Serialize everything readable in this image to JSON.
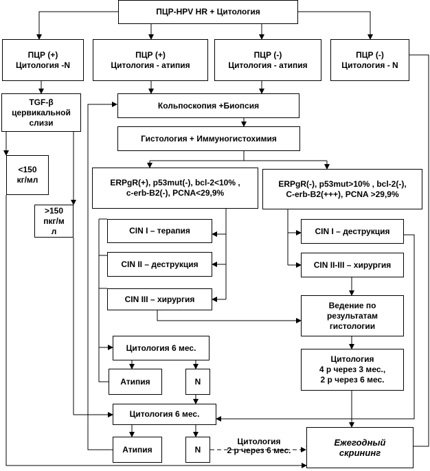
{
  "boxes": {
    "top": "ПЦР-HPV HR + Цитология",
    "pcr_pos_n": "ПЦР (+)\nЦитология -N",
    "pcr_pos_atyp": "ПЦР (+)\nЦитология - атипия",
    "pcr_neg_atyp": "ПЦР (-)\nЦитология - атипия",
    "pcr_neg_n": "ПЦР (-)\nЦитология - N",
    "tgf": "TGF-β\nцервикальной\nслизи",
    "colpo": "Кольпоскопия +Биопсия",
    "histo": "Гистология + Иммуногистохимия",
    "lt150": "<150\nкг/мл",
    "gt150": ">150\nпкг/м\nл",
    "erp_pos": "ERPgR(+), p53mut(-), bcl-2<10% ,\nc-erb-B2(-), PCNA<29,9%",
    "erp_neg": "ERPgR(-), p53mut>10% , bcl-2(-),\nC-erb-B2(+++), PCNA >29,9%",
    "cin1_ther": "CIN I – терапия",
    "cin2_destr": "CIN II – деструкция",
    "cin3_surg": "CIN III – хирургия",
    "cin1_destr": "CIN I – деструкция",
    "cin23_surg": "CIN II-III – хирургия",
    "vedenie": "Ведение по\nрезультатам\nгистологии",
    "cyto6_a": "Цитология 6 мес.",
    "cyto_4r": "Цитология\n4 р через 3 мес.,\n2 р через 6 мес.",
    "atyp_a": "Атипия",
    "n_a": "N",
    "cyto6_b": "Цитология 6 мес.",
    "atyp_b": "Атипия",
    "n_b": "N",
    "yearly": "Ежегодный\nскрининг"
  },
  "dashed_label": "Цитология\n2 р через 6 мес."
}
